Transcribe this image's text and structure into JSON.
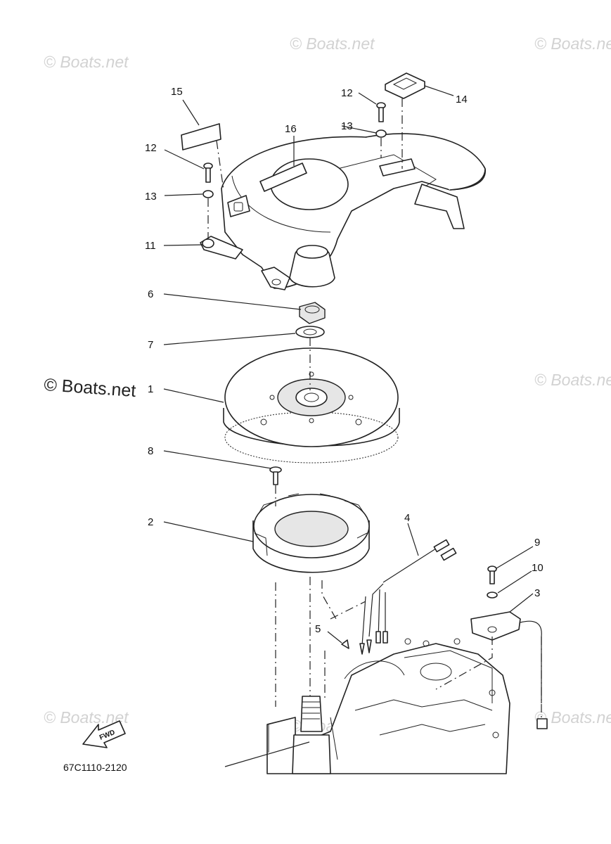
{
  "diagram": {
    "watermark_text": "© Boats.net",
    "main_watermark": "© Boats.net",
    "diagram_code": "67C1110-2120",
    "fwd_badge": "FWD",
    "callouts": [
      {
        "id": "1",
        "label": "1"
      },
      {
        "id": "2",
        "label": "2"
      },
      {
        "id": "3",
        "label": "3"
      },
      {
        "id": "4",
        "label": "4"
      },
      {
        "id": "5",
        "label": "5"
      },
      {
        "id": "6",
        "label": "6"
      },
      {
        "id": "7",
        "label": "7"
      },
      {
        "id": "8",
        "label": "8"
      },
      {
        "id": "9",
        "label": "9"
      },
      {
        "id": "10",
        "label": "10"
      },
      {
        "id": "11",
        "label": "11"
      },
      {
        "id": "12a",
        "label": "12"
      },
      {
        "id": "12b",
        "label": "12"
      },
      {
        "id": "13a",
        "label": "13"
      },
      {
        "id": "13b",
        "label": "13"
      },
      {
        "id": "14",
        "label": "14"
      },
      {
        "id": "15",
        "label": "15"
      },
      {
        "id": "16",
        "label": "16"
      }
    ]
  }
}
